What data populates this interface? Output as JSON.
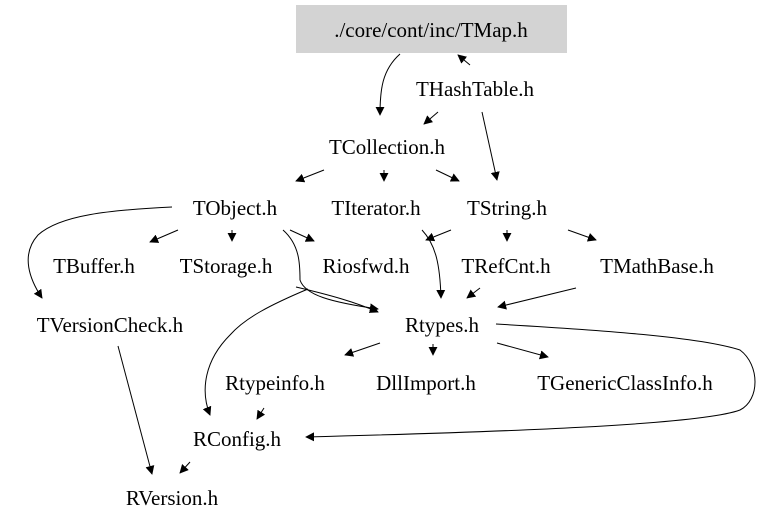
{
  "diagram": {
    "type": "include-dependency-graph",
    "root": "n_tmap",
    "nodes": [
      {
        "id": "n_tmap",
        "label": "./core/cont/inc/TMap.h",
        "highlighted": true,
        "fill": "#d3d3d3"
      },
      {
        "id": "n_thashtable",
        "label": "THashTable.h"
      },
      {
        "id": "n_tcollection",
        "label": "TCollection.h"
      },
      {
        "id": "n_tobject",
        "label": "TObject.h"
      },
      {
        "id": "n_titerator",
        "label": "TIterator.h"
      },
      {
        "id": "n_tstring",
        "label": "TString.h"
      },
      {
        "id": "n_tbuffer",
        "label": "TBuffer.h"
      },
      {
        "id": "n_tstorage",
        "label": "TStorage.h"
      },
      {
        "id": "n_riosfwd",
        "label": "Riosfwd.h"
      },
      {
        "id": "n_trefcnt",
        "label": "TRefCnt.h"
      },
      {
        "id": "n_tmathbase",
        "label": "TMathBase.h"
      },
      {
        "id": "n_tversioncheck",
        "label": "TVersionCheck.h"
      },
      {
        "id": "n_rtypes",
        "label": "Rtypes.h"
      },
      {
        "id": "n_rtypeinfo",
        "label": "Rtypeinfo.h"
      },
      {
        "id": "n_dllimport",
        "label": "DllImport.h"
      },
      {
        "id": "n_tgenericclassinfo",
        "label": "TGenericClassInfo.h"
      },
      {
        "id": "n_rconfig",
        "label": "RConfig.h"
      },
      {
        "id": "n_rversion",
        "label": "RVersion.h"
      }
    ],
    "edges": [
      {
        "from": "n_tmap",
        "to": "n_tcollection"
      },
      {
        "from": "n_thashtable",
        "to": "n_tmap"
      },
      {
        "from": "n_thashtable",
        "to": "n_tcollection"
      },
      {
        "from": "n_thashtable",
        "to": "n_tstring"
      },
      {
        "from": "n_tcollection",
        "to": "n_tobject"
      },
      {
        "from": "n_tcollection",
        "to": "n_titerator"
      },
      {
        "from": "n_tcollection",
        "to": "n_tstring"
      },
      {
        "from": "n_tobject",
        "to": "n_tbuffer"
      },
      {
        "from": "n_tobject",
        "to": "n_tstorage"
      },
      {
        "from": "n_tobject",
        "to": "n_riosfwd"
      },
      {
        "from": "n_tobject",
        "to": "n_tversioncheck"
      },
      {
        "from": "n_tobject",
        "to": "n_rtypes"
      },
      {
        "from": "n_tstring",
        "to": "n_trefcnt"
      },
      {
        "from": "n_tstring",
        "to": "n_tmathbase"
      },
      {
        "from": "n_tstring",
        "to": "n_tbuffer_proxy"
      },
      {
        "from": "n_tstring",
        "to": "n_rtypes"
      },
      {
        "from": "n_trefcnt",
        "to": "n_rtypes"
      },
      {
        "from": "n_tmathbase",
        "to": "n_rtypes"
      },
      {
        "from": "n_tstorage",
        "to": "n_rtypes"
      },
      {
        "from": "n_riosfwd",
        "to": "n_rconfig"
      },
      {
        "from": "n_rtypes",
        "to": "n_rtypeinfo"
      },
      {
        "from": "n_rtypes",
        "to": "n_dllimport"
      },
      {
        "from": "n_rtypes",
        "to": "n_tgenericclassinfo"
      },
      {
        "from": "n_rtypes",
        "to": "n_rconfig"
      },
      {
        "from": "n_rtypeinfo",
        "to": "n_rconfig"
      },
      {
        "from": "n_tversioncheck",
        "to": "n_rversion"
      },
      {
        "from": "n_rconfig",
        "to": "n_rversion"
      }
    ]
  }
}
